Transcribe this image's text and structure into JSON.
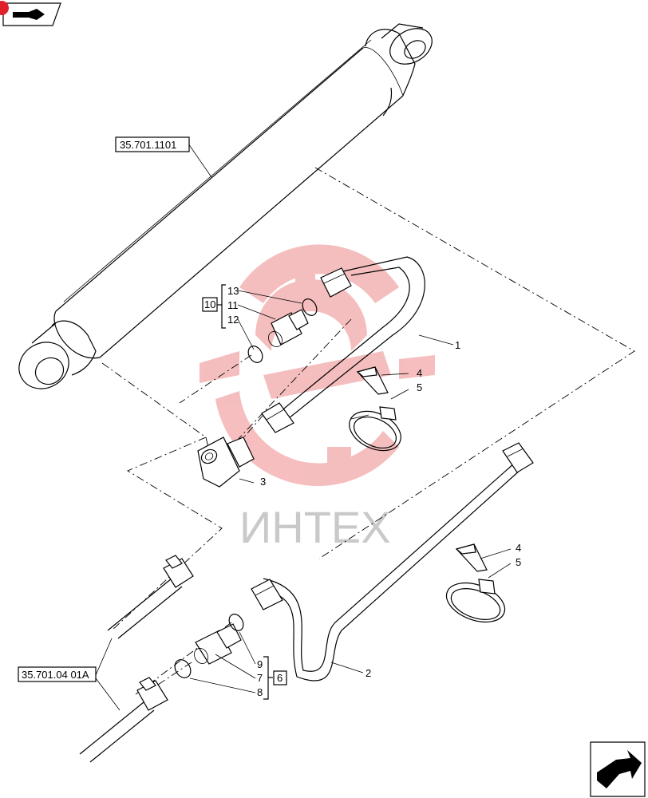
{
  "watermark": "ИНТЕХ",
  "refs": {
    "ref_cylinder": "35.701.1101",
    "ref_bottom": "35.701.04 01A"
  },
  "kits": {
    "kit_top": "10",
    "kit_bottom": "6"
  },
  "callouts": {
    "c1": "1",
    "c2": "2",
    "c3": "3",
    "c4a": "4",
    "c5a": "5",
    "c4b": "4",
    "c5b": "5",
    "c7": "7",
    "c8": "8",
    "c9": "9",
    "c11": "11",
    "c12": "12",
    "c13": "13"
  },
  "colors": {
    "watermark_red": "#f4b3b3",
    "badge_red": "#e0202a"
  }
}
